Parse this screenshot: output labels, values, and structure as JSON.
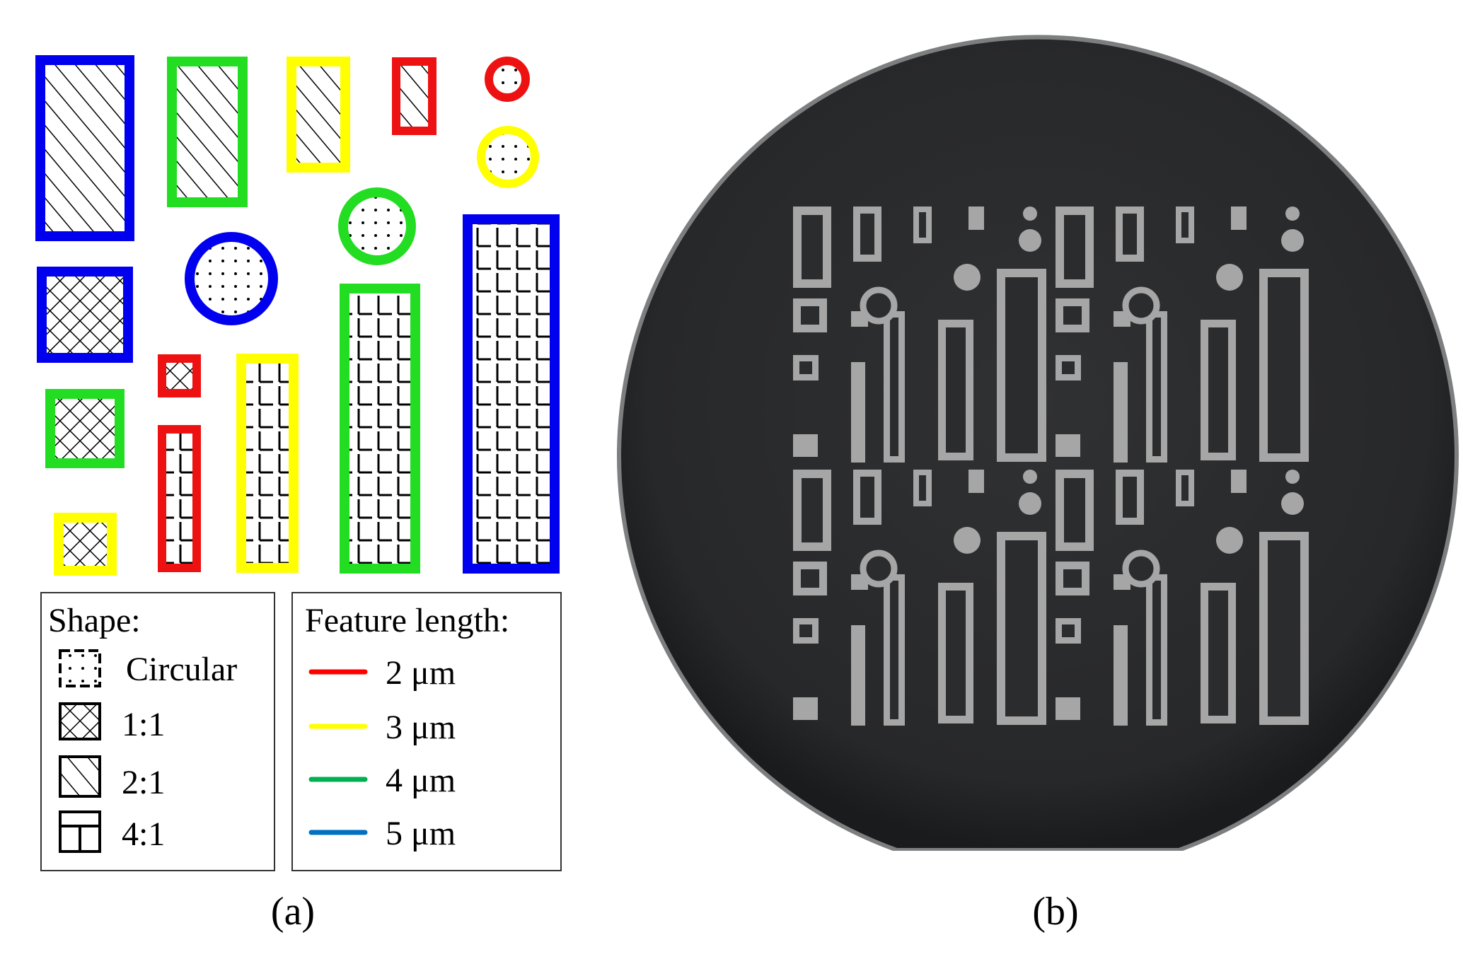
{
  "colors": {
    "red": "#ee1111",
    "yellow": "#ffff00",
    "green": "#22dd22",
    "blue": "#0000ee",
    "legend_red": "#ff0000",
    "legend_yellow": "#ffff00",
    "legend_green": "#00b050",
    "legend_blue": "#0070c0",
    "wafer_dark": "#2b2c2e",
    "wafer_feature": "#a7a6a6"
  },
  "shape_legend": {
    "title": "Shape:",
    "items": [
      {
        "label": "Circular",
        "pattern": "dots"
      },
      {
        "label": "1:1",
        "pattern": "crosshatch"
      },
      {
        "label": "2:1",
        "pattern": "diagonal"
      },
      {
        "label": "4:1",
        "pattern": "grid"
      }
    ]
  },
  "length_legend": {
    "title": "Feature length:",
    "items": [
      {
        "label": "2 μm",
        "color": "#ff0000"
      },
      {
        "label": "3 μm",
        "color": "#ffff00"
      },
      {
        "label": "4 μm",
        "color": "#00b050"
      },
      {
        "label": "5 μm",
        "color": "#0070c0"
      }
    ]
  },
  "panel_labels": {
    "a": "(a)",
    "b": "(b)"
  }
}
